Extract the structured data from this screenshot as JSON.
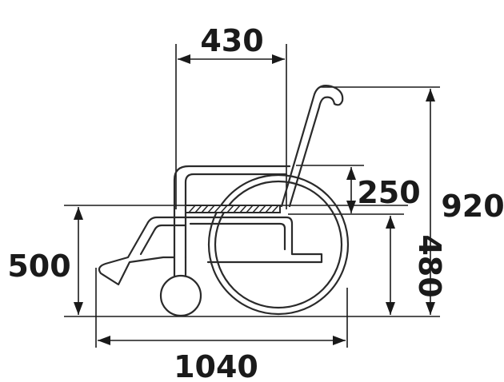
{
  "dimensions": {
    "seat_width": "430",
    "armrest_height": "250",
    "overall_height": "920",
    "seat_height": "500",
    "rear_wheel_height": "480",
    "overall_length": "1040"
  }
}
